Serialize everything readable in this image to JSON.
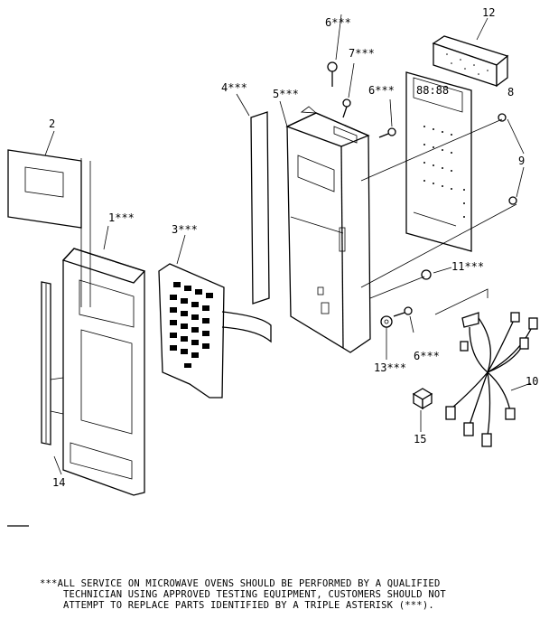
{
  "labels": {
    "l1": "1***",
    "l2": "2",
    "l3": "3***",
    "l4": "4***",
    "l5": "5***",
    "l6a": "6***",
    "l6b": "6***",
    "l6c": "6***",
    "l7": "7***",
    "l8": "8",
    "l9": "9",
    "l10": "10",
    "l11": "11***",
    "l12": "12",
    "l13": "13***",
    "l14": "14",
    "l15": "15"
  },
  "footnote": {
    "line1": "***ALL SERVICE ON MICROWAVE OVENS SHOULD BE PERFORMED BY A QUALIFIED",
    "line2": "TECHNICIAN USING APPROVED TESTING EQUIPMENT, CUSTOMERS SHOULD NOT",
    "line3": "ATTEMPT TO REPLACE PARTS IDENTIFIED BY A TRIPLE ASTERISK (***)."
  }
}
